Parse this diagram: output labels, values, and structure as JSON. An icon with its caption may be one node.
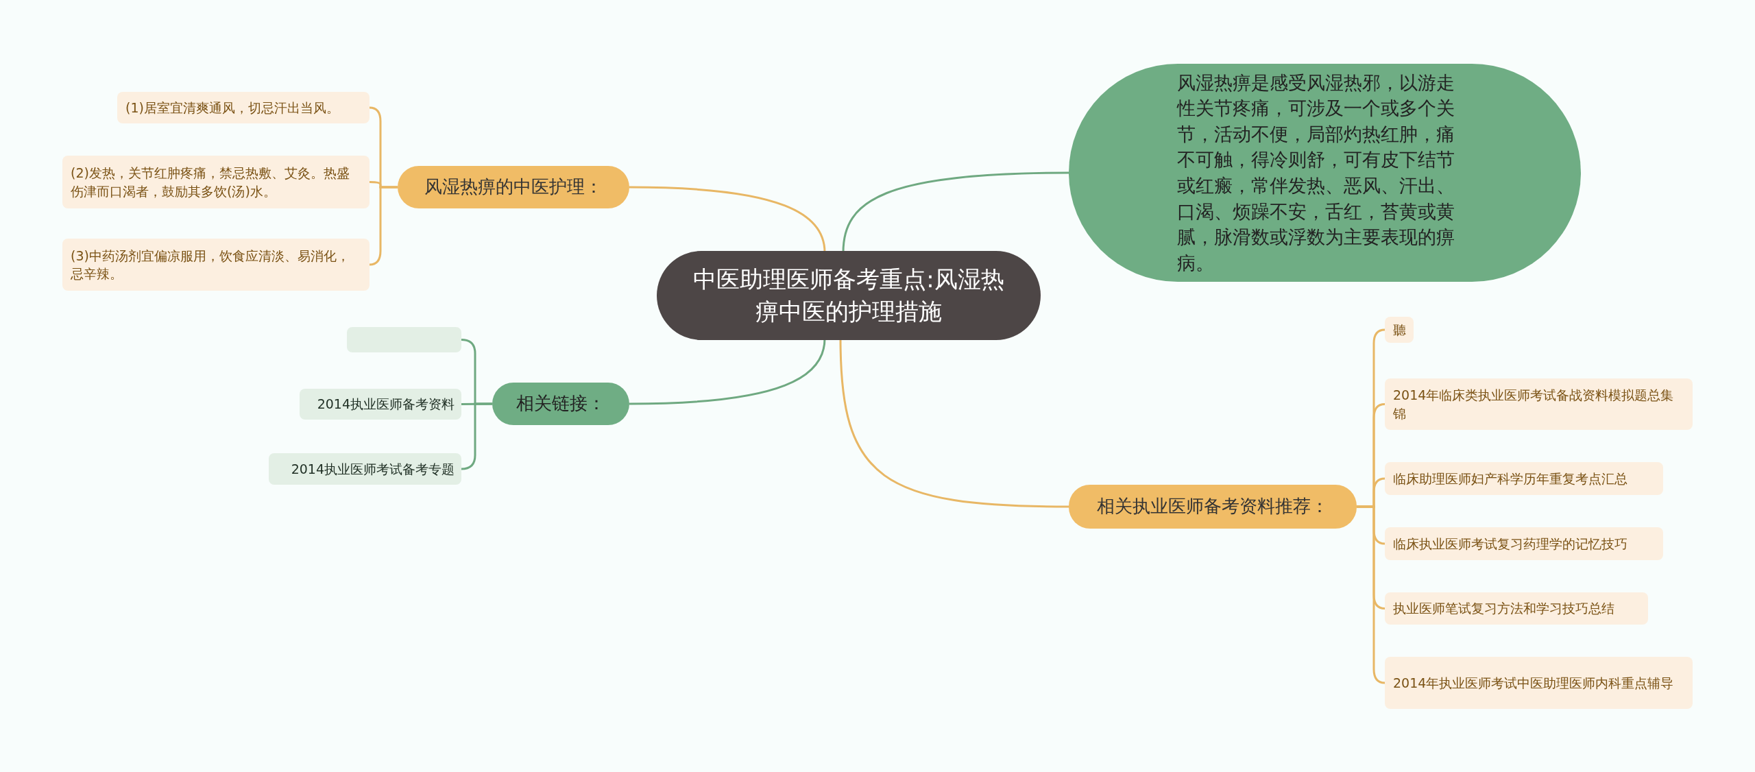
{
  "diagram": {
    "nodes": [
      {
        "text": [
          "中医助理医师备考重点:风湿热痹中医的护理措施"
        ]
      },
      {
        "text": [
          "风湿热痹的中医护理："
        ]
      },
      {
        "text": [
          "(1)居室宜清爽通风，切忌汗出当风。"
        ]
      },
      {
        "text": [
          "(2)发热，关节红肿疼痛，禁忌热敷、艾灸。热盛伤津而口渴者，鼓励其多饮(汤)水。"
        ]
      },
      {
        "text": [
          "(3)中药汤剂宜偏凉服用，饮食应清淡、易消化，忌辛辣。"
        ]
      },
      {
        "text": [
          "相关链接："
        ]
      },
      {
        "text": [],
        "shape": "box"
      },
      {
        "text": [
          "2014执业医师备考资料"
        ]
      },
      {
        "text": [
          "2014执业医师考试备考专题"
        ]
      },
      {
        "text": [
          "风湿热痹是感受风湿热邪，以游走性关节疼痛，可涉及一个或多个关节，活动不便，局部灼热红肿，痛不可触，得冷则舒，可有皮下结节或红瘢，常伴发热、恶风、汗出、口渴、烦躁不安，舌红，苔黄或黄腻，脉滑数或浮数为主要表现的痹病。"
        ]
      },
      {
        "text": [
          "相关执业医师备考资料推荐："
        ]
      },
      {
        "text": [
          "聽"
        ]
      },
      {
        "text": [
          "2014年临床类执业医师考试备战资料模拟题总集锦"
        ]
      },
      {
        "text": [
          "临床助理医师妇产科学历年重复考点汇总"
        ]
      },
      {
        "text": [
          "临床执业医师考试复习药理学的记忆技巧"
        ]
      },
      {
        "text": [
          "执业医师笔试复习方法和学习技巧总结"
        ]
      },
      {
        "text": [
          "2014年执业医师考试中医助理医师内科重点辅导"
        ]
      }
    ],
    "edges": [
      {
        "from": 0,
        "to": 1,
        "arrow": "none"
      },
      {
        "from": 1,
        "to": 2,
        "arrow": "none"
      },
      {
        "from": 1,
        "to": 3,
        "arrow": "none"
      },
      {
        "from": 1,
        "to": 4,
        "arrow": "none"
      },
      {
        "from": 0,
        "to": 5,
        "arrow": "none",
        "color": "#6fa981"
      },
      {
        "from": 5,
        "to": 6,
        "arrow": "none",
        "color": "#6fa981"
      },
      {
        "from": 5,
        "to": 7,
        "arrow": "none",
        "color": "#6fa981"
      },
      {
        "from": 5,
        "to": 8,
        "arrow": "none",
        "color": "#6fa981"
      },
      {
        "from": 0,
        "to": 9,
        "arrow": "none",
        "color": "#6fa981"
      },
      {
        "from": 0,
        "to": 10,
        "arrow": "none"
      },
      {
        "from": 10,
        "to": 11,
        "arrow": "none"
      },
      {
        "from": 10,
        "to": 12,
        "arrow": "none"
      },
      {
        "from": 10,
        "to": 13,
        "arrow": "none"
      },
      {
        "from": 10,
        "to": 14,
        "arrow": "none"
      },
      {
        "from": 10,
        "to": 15,
        "arrow": "none"
      },
      {
        "from": 10,
        "to": 16,
        "arrow": "none"
      }
    ]
  }
}
